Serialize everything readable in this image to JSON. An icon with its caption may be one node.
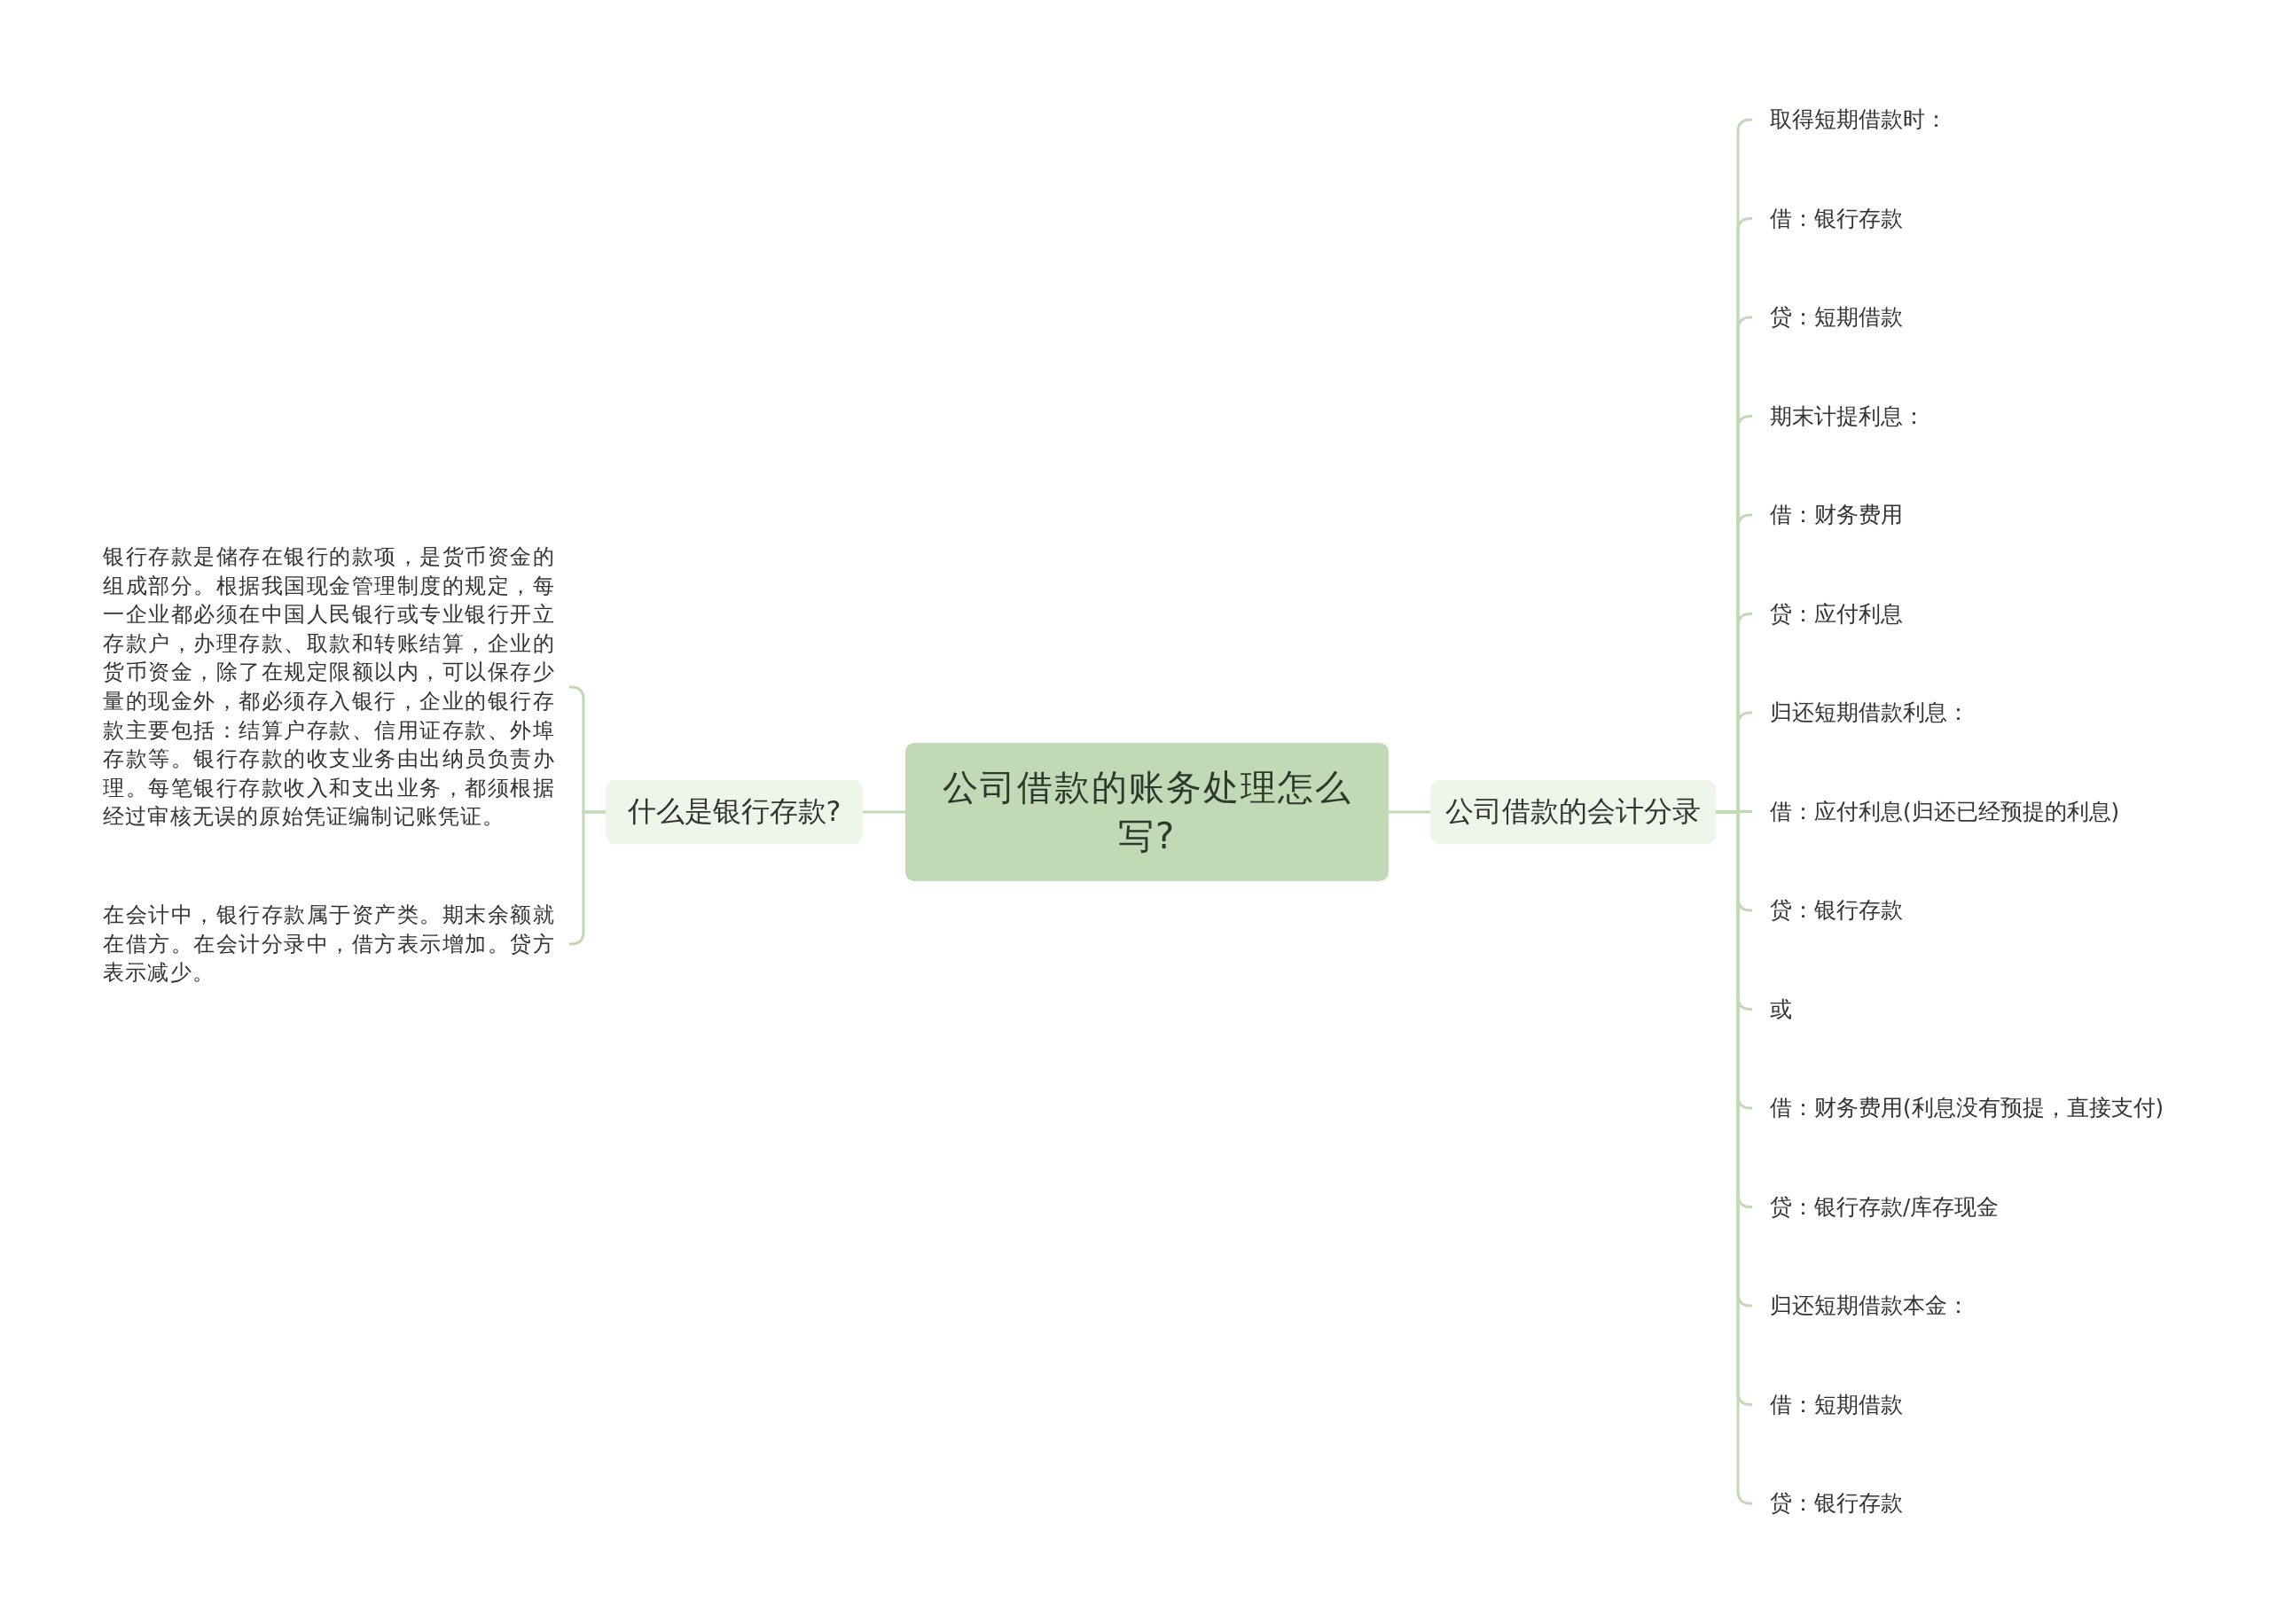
{
  "diagram": {
    "nodes": [
      {
        "text": [
          "公司借款的账务处理怎么写?"
        ]
      },
      {
        "text": [
          "什么是银行存款?"
        ]
      },
      {
        "text": [
          "银行存款是储存在银行的款项，是货币资金的组成部分。根据我国现金管理制度的规定，每一企业都必须在中国人民银行或专业银行开立存款户，办理存款、取款和转账结算，企业的货币资金，除了在规定限额以内，可以保存少量的现金外，都必须存入银行，企业的银行存款主要包括：结算户存款、信用证存款、外埠存款等。银行存款的收支业务由出纳员负责办理。每笔银行存款收入和支出业务，都须根据经过审核无误的原始凭证编制记账凭证。"
        ]
      },
      {
        "text": [
          "在会计中，银行存款属于资产类。期末余额就在借方。在会计分录中，借方表示增加。贷方表示减少。"
        ]
      },
      {
        "text": [
          "公司借款的会计分录"
        ]
      },
      {
        "text": [
          "取得短期借款时："
        ]
      },
      {
        "text": [
          "借：银行存款"
        ]
      },
      {
        "text": [
          "贷：短期借款"
        ]
      },
      {
        "text": [
          "期末计提利息："
        ]
      },
      {
        "text": [
          "借：财务费用"
        ]
      },
      {
        "text": [
          "贷：应付利息"
        ]
      },
      {
        "text": [
          "归还短期借款利息："
        ]
      },
      {
        "text": [
          "借：应付利息(归还已经预提的利息)"
        ]
      },
      {
        "text": [
          "贷：银行存款"
        ]
      },
      {
        "text": [
          "或"
        ]
      },
      {
        "text": [
          "借：财务费用(利息没有预提，直接支付)"
        ]
      },
      {
        "text": [
          "贷：银行存款/库存现金"
        ]
      },
      {
        "text": [
          "归还短期借款本金："
        ]
      },
      {
        "text": [
          "借：短期借款"
        ]
      },
      {
        "text": [
          "贷：银行存款"
        ]
      }
    ],
    "edges": [
      {
        "from": 0,
        "to": 1,
        "arrow": "none"
      },
      {
        "from": 1,
        "to": 2,
        "arrow": "none"
      },
      {
        "from": 1,
        "to": 3,
        "arrow": "none"
      },
      {
        "from": 0,
        "to": 4,
        "arrow": "none"
      },
      {
        "from": 4,
        "to": 5,
        "arrow": "none"
      },
      {
        "from": 4,
        "to": 6,
        "arrow": "none"
      },
      {
        "from": 4,
        "to": 7,
        "arrow": "none"
      },
      {
        "from": 4,
        "to": 8,
        "arrow": "none"
      },
      {
        "from": 4,
        "to": 9,
        "arrow": "none"
      },
      {
        "from": 4,
        "to": 10,
        "arrow": "none"
      },
      {
        "from": 4,
        "to": 11,
        "arrow": "none"
      },
      {
        "from": 4,
        "to": 12,
        "arrow": "none"
      },
      {
        "from": 4,
        "to": 13,
        "arrow": "none"
      },
      {
        "from": 4,
        "to": 14,
        "arrow": "none"
      },
      {
        "from": 4,
        "to": 15,
        "arrow": "none"
      },
      {
        "from": 4,
        "to": 16,
        "arrow": "none"
      },
      {
        "from": 4,
        "to": 17,
        "arrow": "none"
      },
      {
        "from": 4,
        "to": 18,
        "arrow": "none"
      },
      {
        "from": 4,
        "to": 19,
        "arrow": "none"
      }
    ]
  }
}
